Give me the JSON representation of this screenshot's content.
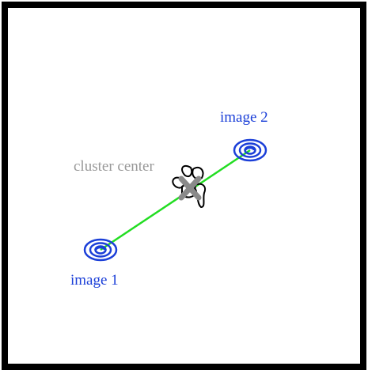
{
  "labels": {
    "image1": "image 1",
    "image2": "image 2",
    "cluster_center": "cluster center"
  },
  "colors": {
    "frame": "#000000",
    "background": "#ffffff",
    "image_marker": "#1b3fd8",
    "image_label": "#1b3fd8",
    "connector": "#22dd22",
    "center_marker": "#8a8a8a",
    "center_label": "#999999",
    "blob": "#000000"
  },
  "icons": {
    "image1_marker": "spiral-icon",
    "image2_marker": "spiral-icon",
    "center_marker": "x-cross-icon",
    "blob": "irregular-blob-shape"
  }
}
